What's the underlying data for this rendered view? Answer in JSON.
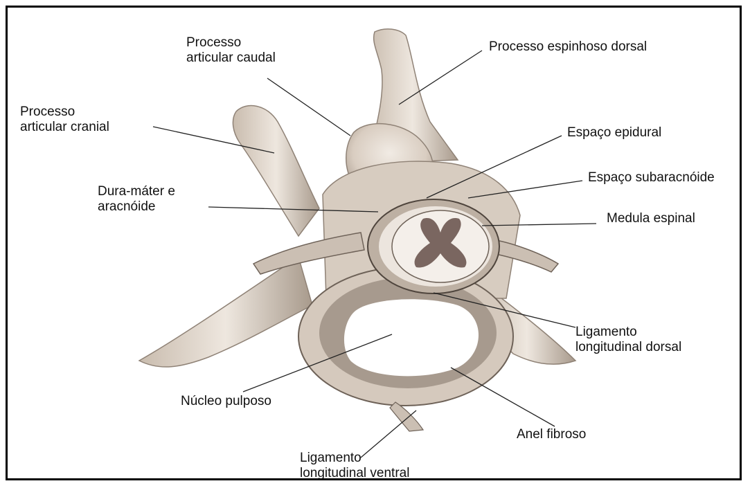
{
  "labels": {
    "processo_articular_caudal": "Processo\narticular caudal",
    "processo_espinhoso_dorsal": "Processo espinhoso dorsal",
    "processo_articular_cranial": "Processo\narticular cranial",
    "espaco_epidural": "Espaço epidural",
    "espaco_subaracnoide": "Espaço subaracnóide",
    "dura_mater_aracnoide": "Dura-máter e\naracnóide",
    "medula_espinal": "Medula espinal",
    "ligamento_longitudinal_dorsal": "Ligamento\nlongitudinal dorsal",
    "nucleo_pulposo": "Núcleo pulposo",
    "anel_fibroso": "Anel fibroso",
    "ligamento_longitudinal_ventral": "Ligamento\nlongitudinal ventral"
  },
  "colors": {
    "frame": "#000000",
    "bone": "#e2d8cd",
    "bone_shadow": "#8f8276",
    "gray_matter": "#7a6660",
    "white_matter": "#f4efea",
    "nucleus": "#ffffff",
    "leader_line": "#222222"
  }
}
